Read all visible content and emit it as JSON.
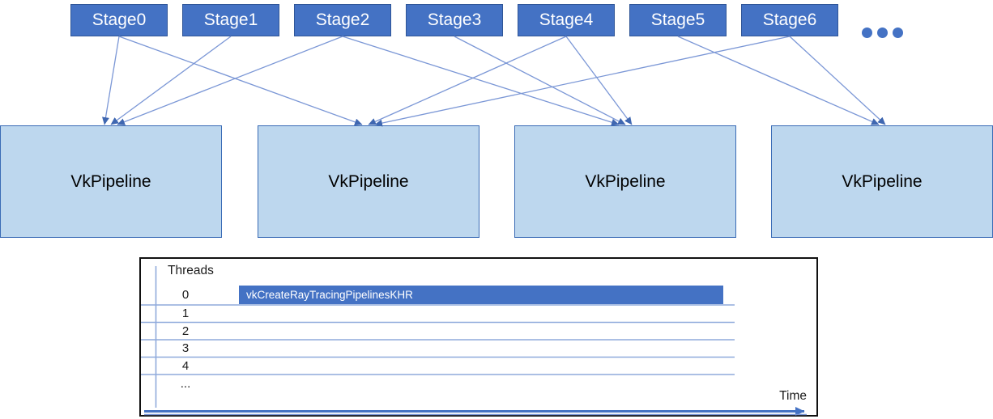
{
  "colors": {
    "stage_fill": "#4472C4",
    "stage_border": "#2F5597",
    "stage_text": "#FFFFFF",
    "pipeline_fill": "#BDD7EE",
    "pipeline_border": "#3A6BB5",
    "pipeline_text": "#000000",
    "connector_line": "#7B97D6",
    "arrowhead": "#3F67B1",
    "grid_line": "#8FAADC",
    "bar_fill": "#4472C4",
    "bar_text": "#FFFFFF",
    "time_arrow": "#4472C4",
    "chart_border": "#111111"
  },
  "diagram": {
    "stages": [
      {
        "label": "Stage0"
      },
      {
        "label": "Stage1"
      },
      {
        "label": "Stage2"
      },
      {
        "label": "Stage3"
      },
      {
        "label": "Stage4"
      },
      {
        "label": "Stage5"
      },
      {
        "label": "Stage6"
      }
    ],
    "ellipsis_dots": 3,
    "pipelines": [
      {
        "label": "VkPipeline"
      },
      {
        "label": "VkPipeline"
      },
      {
        "label": "VkPipeline"
      },
      {
        "label": "VkPipeline"
      }
    ],
    "connections": [
      {
        "from_stage": 0,
        "to_pipeline": 0
      },
      {
        "from_stage": 0,
        "to_pipeline": 1
      },
      {
        "from_stage": 1,
        "to_pipeline": 0
      },
      {
        "from_stage": 2,
        "to_pipeline": 0
      },
      {
        "from_stage": 2,
        "to_pipeline": 2
      },
      {
        "from_stage": 3,
        "to_pipeline": 2
      },
      {
        "from_stage": 4,
        "to_pipeline": 1
      },
      {
        "from_stage": 4,
        "to_pipeline": 2
      },
      {
        "from_stage": 5,
        "to_pipeline": 3
      },
      {
        "from_stage": 6,
        "to_pipeline": 1
      },
      {
        "from_stage": 6,
        "to_pipeline": 3
      }
    ]
  },
  "timeline": {
    "axis_label": "Threads",
    "rows": [
      "0",
      "1",
      "2",
      "3",
      "4",
      "..."
    ],
    "bar": {
      "row_index": 0,
      "label": "vkCreateRayTracingPipelinesKHR"
    },
    "time_label": "Time"
  }
}
